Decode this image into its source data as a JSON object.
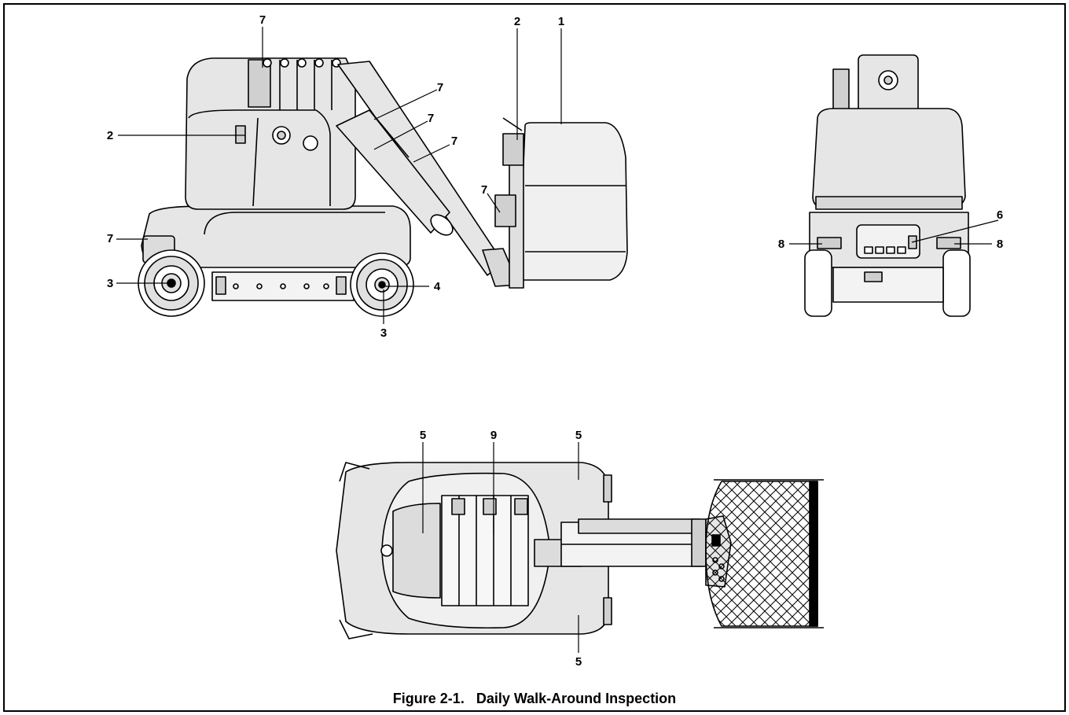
{
  "figure": {
    "caption": "Figure 2-1.   Daily Walk-Around Inspection"
  },
  "callouts": {
    "side": [
      {
        "id": "side-7-top",
        "text": "7"
      },
      {
        "id": "side-7-boom-a",
        "text": "7"
      },
      {
        "id": "side-7-boom-b",
        "text": "7"
      },
      {
        "id": "side-7-boom-c",
        "text": "7"
      },
      {
        "id": "side-7-platform",
        "text": "7"
      },
      {
        "id": "side-7-chassis",
        "text": "7"
      },
      {
        "id": "side-2-left",
        "text": "2"
      },
      {
        "id": "side-2-platform",
        "text": "2"
      },
      {
        "id": "side-1",
        "text": "1"
      },
      {
        "id": "side-3-left",
        "text": "3"
      },
      {
        "id": "side-3-bottom",
        "text": "3"
      },
      {
        "id": "side-4",
        "text": "4"
      }
    ],
    "rear": [
      {
        "id": "rear-6",
        "text": "6"
      },
      {
        "id": "rear-8-left",
        "text": "8"
      },
      {
        "id": "rear-8-right",
        "text": "8"
      }
    ],
    "top": [
      {
        "id": "top-5-left",
        "text": "5"
      },
      {
        "id": "top-9",
        "text": "9"
      },
      {
        "id": "top-5-right",
        "text": "5"
      },
      {
        "id": "top-5-bottom",
        "text": "5"
      }
    ]
  },
  "colors": {
    "line": "#000000",
    "shade": "#e6e6e6",
    "shade_dark": "#cfcfcf"
  }
}
